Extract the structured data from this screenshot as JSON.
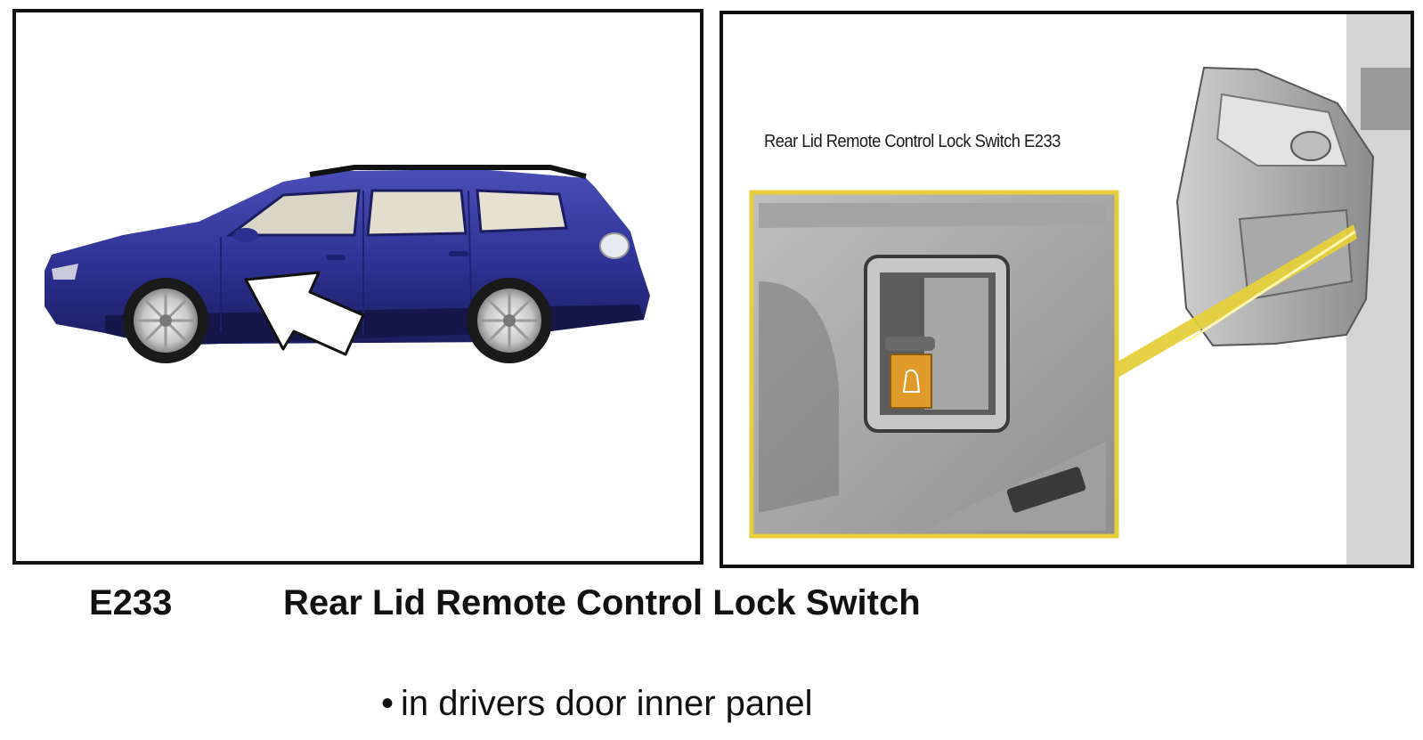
{
  "left_panel": {
    "image": "blue-station-wagon-side-view-with-white-arrow"
  },
  "right_panel": {
    "callout_label": "Rear Lid Remote Control Lock Switch E233",
    "image": "door-panel-switch-closeup",
    "highlight_color": "#e6cf3a",
    "switch_color": "#e09a2a"
  },
  "caption": {
    "code": "E233",
    "title": "Rear Lid Remote Control Lock Switch"
  },
  "bullets": [
    {
      "symbol": "•",
      "text": "in drivers door inner panel"
    }
  ]
}
